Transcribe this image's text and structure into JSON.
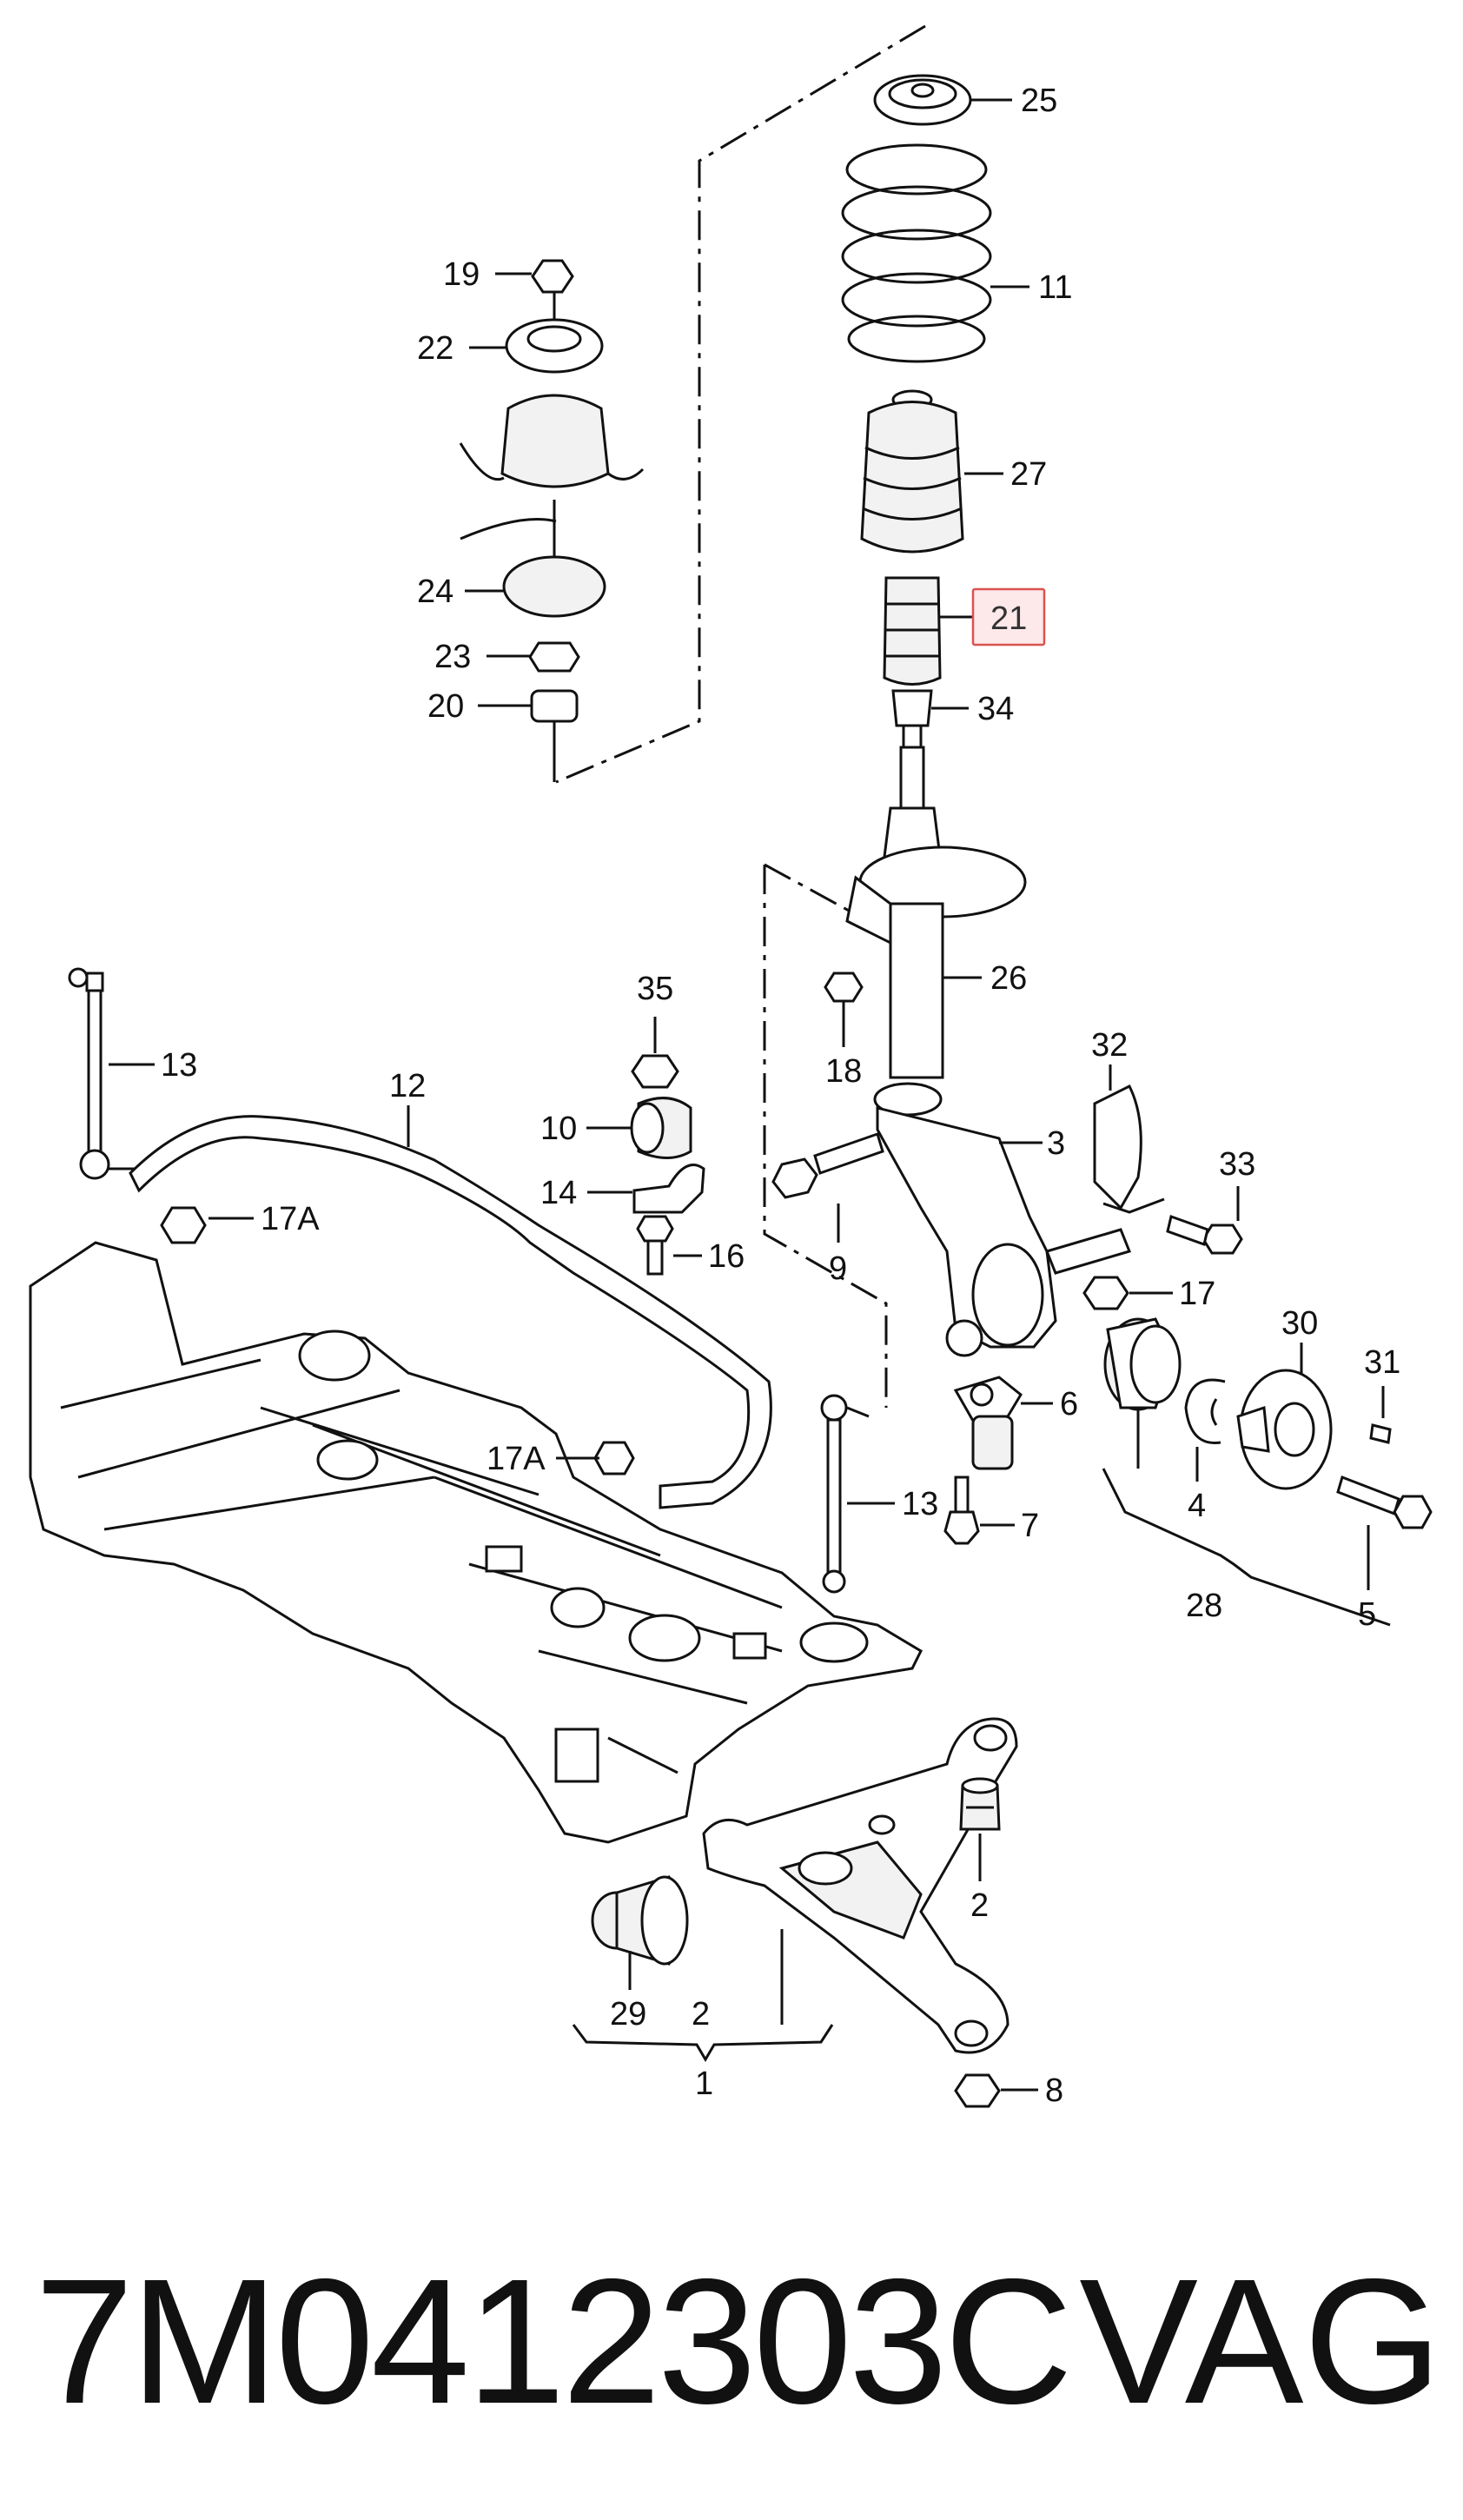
{
  "diagram": {
    "labels": {
      "l25": "25",
      "l11": "11",
      "l27": "27",
      "l21": "21",
      "l34": "34",
      "l19": "19",
      "l22": "22",
      "l24": "24",
      "l23": "23",
      "l20": "20",
      "l26": "26",
      "l18": "18",
      "l35": "35",
      "l13a": "13",
      "l12": "12",
      "l10": "10",
      "l14": "14",
      "l16": "16",
      "l17a1": "17A",
      "l32": "32",
      "l3": "3",
      "l9": "9",
      "l33": "33",
      "l17": "17",
      "l30": "30",
      "l31": "31",
      "l6": "6",
      "l4": "4",
      "l17a2": "17A",
      "l13b": "13",
      "l7": "7",
      "l28": "28",
      "l5": "5",
      "l2a": "2",
      "l29": "29",
      "l2b": "2",
      "l1": "1",
      "l8": "8"
    },
    "highlighted_label": "21",
    "highlight_color": "#d9534f"
  },
  "footer": {
    "part_number": "7M0412303C",
    "brand": "VAG"
  }
}
